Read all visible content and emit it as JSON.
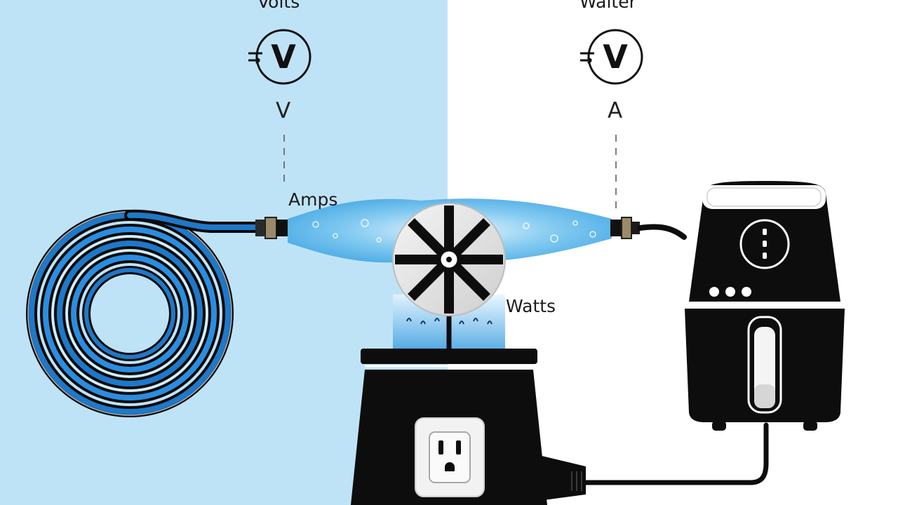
{
  "labels": {
    "left_title": "Volts",
    "right_title": "Walter",
    "left_unit": "V",
    "right_unit": "A",
    "amps": "Amps",
    "watts": "Watts"
  },
  "meters": [
    {
      "symbol": "V"
    },
    {
      "symbol": "V"
    }
  ],
  "colors": {
    "left_panel": "#bfe3f6",
    "right_panel": "#ffffff",
    "hose_blue": "#1f78c8",
    "hose_dark": "#0b0b0b",
    "water": "#6fc3ee",
    "device": "#0d0d0d"
  },
  "icons": [
    "voltmeter-icon",
    "ammeter-icon",
    "hose-coil-icon",
    "water-wheel-icon",
    "power-outlet-icon",
    "air-fryer-icon",
    "plug-icon"
  ]
}
